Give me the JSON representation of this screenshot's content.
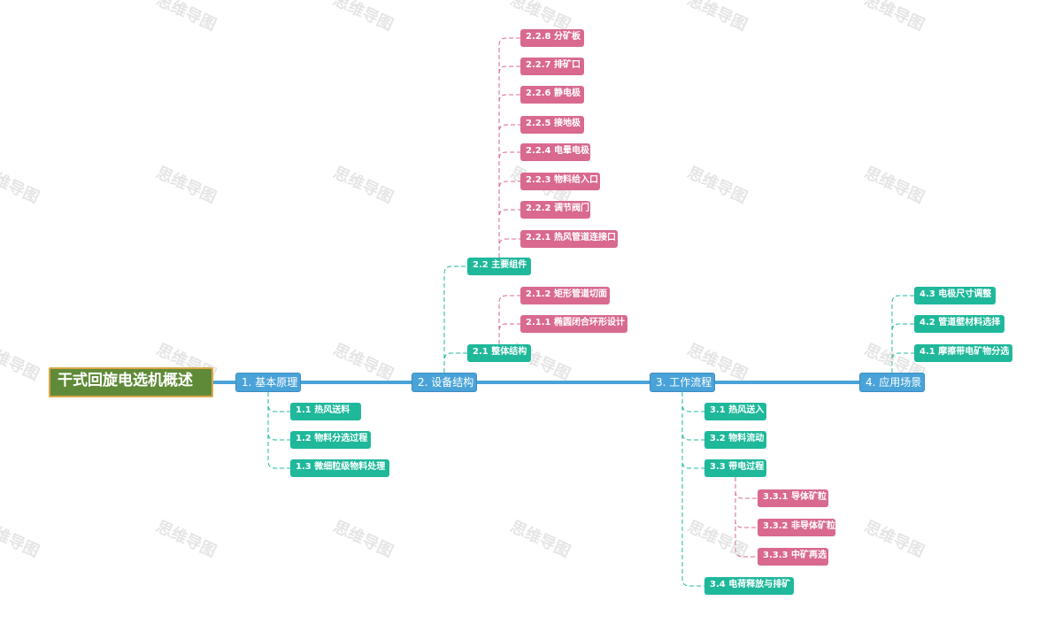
{
  "root": {
    "id": "root",
    "label": "干式回旋电选机概述"
  },
  "branches": [
    {
      "id": "b1",
      "label": "1. 基本原理",
      "children": [
        {
          "id": "b1_1",
          "label": "1.1 热风送料"
        },
        {
          "id": "b1_2",
          "label": "1.2 物料分选过程"
        },
        {
          "id": "b1_3",
          "label": "1.3 微细粒级物料处理"
        }
      ]
    },
    {
      "id": "b2",
      "label": "2. 设备结构",
      "children": [
        {
          "id": "b2_1",
          "label": "2.1 整体结构",
          "children": [
            {
              "id": "b2_1_1",
              "label": "2.1.1 椭圆闭合环形设计"
            },
            {
              "id": "b2_1_2",
              "label": "2.1.2 矩形管道切面"
            }
          ]
        },
        {
          "id": "b2_2",
          "label": "2.2 主要组件",
          "children": [
            {
              "id": "b2_2_1",
              "label": "2.2.1 热风管道连接口"
            },
            {
              "id": "b2_2_2",
              "label": "2.2.2 调节阀门"
            },
            {
              "id": "b2_2_3",
              "label": "2.2.3 物料给入口"
            },
            {
              "id": "b2_2_4",
              "label": "2.2.4 电晕电极"
            },
            {
              "id": "b2_2_5",
              "label": "2.2.5 接地极"
            },
            {
              "id": "b2_2_6",
              "label": "2.2.6 静电极"
            },
            {
              "id": "b2_2_7",
              "label": "2.2.7 排矿口"
            },
            {
              "id": "b2_2_8",
              "label": "2.2.8 分矿板"
            }
          ]
        }
      ]
    },
    {
      "id": "b3",
      "label": "3. 工作流程",
      "children": [
        {
          "id": "b3_1",
          "label": "3.1 热风送入"
        },
        {
          "id": "b3_2",
          "label": "3.2 物料流动"
        },
        {
          "id": "b3_3",
          "label": "3.3 带电过程",
          "children": [
            {
              "id": "b3_3_1",
              "label": "3.3.1 导体矿粒"
            },
            {
              "id": "b3_3_2",
              "label": "3.3.2 非导体矿粒"
            },
            {
              "id": "b3_3_3",
              "label": "3.3.3 中矿再选"
            }
          ]
        },
        {
          "id": "b3_4",
          "label": "3.4 电荷释放与排矿"
        }
      ]
    },
    {
      "id": "b4",
      "label": "4. 应用场景",
      "children": [
        {
          "id": "b4_1",
          "label": "4.1 摩擦带电矿物分选"
        },
        {
          "id": "b4_2",
          "label": "4.2 管道壁材料选择"
        },
        {
          "id": "b4_3",
          "label": "4.3 电极尺寸调整"
        }
      ]
    }
  ],
  "colors": {
    "root": "#5f8a37",
    "level1": "#4aa3d8",
    "level2": "#1fb89b",
    "level3": "#d9698f",
    "spine": "#4aa3d8"
  },
  "watermark": "思维导图"
}
